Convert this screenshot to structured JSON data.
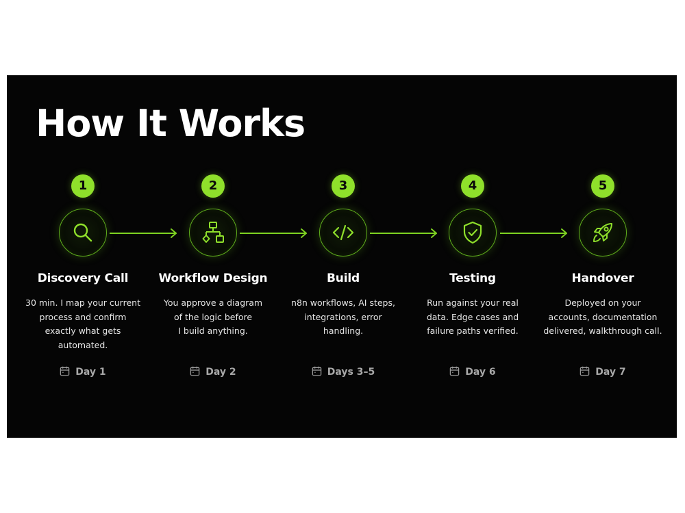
{
  "page": {
    "title": "How It Works"
  },
  "colors": {
    "accent": "#8fe02b",
    "background": "#050505",
    "text": "#ffffff",
    "muted": "#a8a8a8"
  },
  "steps": [
    {
      "number": "1",
      "icon": "search-icon",
      "title": "Discovery Call",
      "desc": [
        "30 min. I map your current",
        "process and confirm",
        "exactly what gets",
        "automated."
      ],
      "day": "Day 1"
    },
    {
      "number": "2",
      "icon": "workflow-icon",
      "title": "Workflow Design",
      "desc": [
        "You approve a diagram",
        "of the logic before",
        "I build anything."
      ],
      "day": "Day 2"
    },
    {
      "number": "3",
      "icon": "code-icon",
      "title": "Build",
      "desc": [
        "n8n workflows, AI steps,",
        "integrations, error",
        "handling."
      ],
      "day": "Days 3–5"
    },
    {
      "number": "4",
      "icon": "shield-check-icon",
      "title": "Testing",
      "desc": [
        "Run against your real",
        "data. Edge cases and",
        "failure paths verified."
      ],
      "day": "Day 6"
    },
    {
      "number": "5",
      "icon": "rocket-icon",
      "title": "Handover",
      "desc": [
        "Deployed on your",
        "accounts, documentation",
        "delivered, walkthrough call."
      ],
      "day": "Day 7"
    }
  ]
}
